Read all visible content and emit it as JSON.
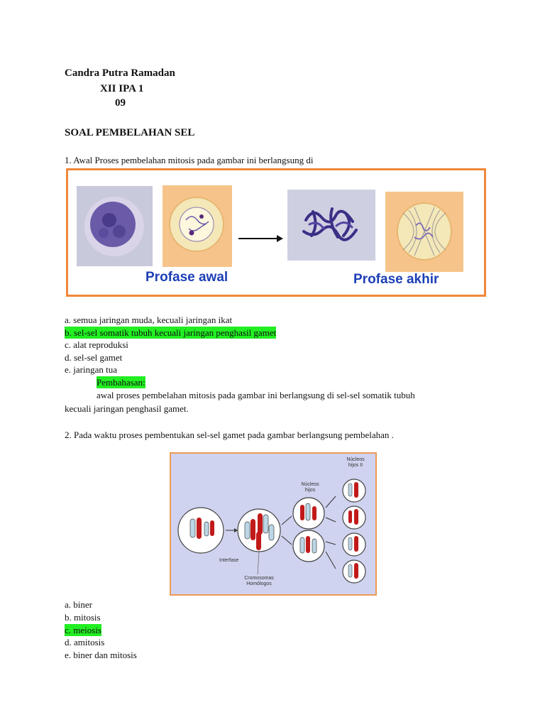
{
  "header": {
    "name": "Candra Putra Ramadan",
    "class": "XII IPA 1",
    "number": "09"
  },
  "title": "SOAL PEMBELAHAN SEL",
  "q1": {
    "question": "1. Awal Proses pembelahan mitosis pada gambar ini berlangsung di",
    "figure_labels": [
      "Profase awal",
      "Profase akhir"
    ],
    "options": [
      "a. semua jaringan muda, kecuali jaringan ikat",
      "b. sel-sel somatik tubuh kecuali jaringan penghasil gamet",
      "c. alat reproduksi",
      "d. sel-sel gamet",
      "e. jaringan tua"
    ],
    "correct_index": 1,
    "explanation_label": "Pembahasan:",
    "explanation_line1": "awal proses pembelahan mitosis pada gambar ini berlangsung di sel-sel somatik tubuh",
    "explanation_line2": "kecuali jaringan penghasil gamet."
  },
  "q2": {
    "question": "2. Pada waktu proses pembentukan sel-sel gamet pada gambar berlangsung pembelahan .",
    "figure_labels": {
      "nucleos_hijos": "Núcleos hijos",
      "nucleos_hijos_ii": "Núcleos hijos II",
      "interfase": "Interfase",
      "cromosomas": "Cromosomas Homólogos"
    },
    "options": [
      "a. biner",
      "b. mitosis",
      "c. meiosis",
      "d. amitosis",
      "e. biner dan mitosis"
    ],
    "correct_index": 2
  },
  "colors": {
    "highlight": "#22ee22",
    "figure_border": "#f0883a",
    "label_blue": "#1c3fb6",
    "chromosome_red": "#c21a1a",
    "chromosome_blue": "#bcd6e6"
  }
}
